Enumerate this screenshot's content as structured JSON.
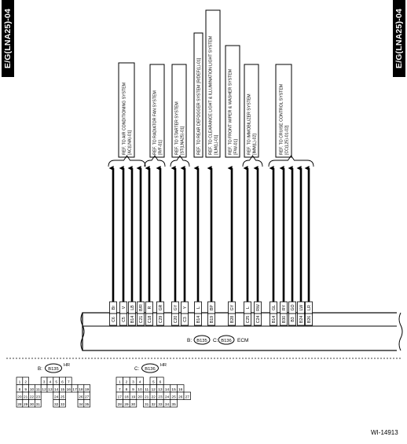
{
  "side_tag": "E/G(LNA25)-04",
  "references": [
    "REF. TO AIR CONDITIONING SYSTEM [AC(LNA)-01]",
    "REF. TO RADIATOR FAN SYSTEM [R/F-01]",
    "REF. TO STARTER SYSTEM [ST(LNA25)-01]",
    "REF. TO REAR DEFOGGER SYSTEM [R/DEF(L)-01]",
    "REF. TO CLEARANCE LIGHT & ILLUMINATION LIGHT SYSTEM [ILM(L)-01]",
    "REF. TO FRONT WIPER & WASHER SYSTEM [F/W-01]",
    "REF. TO IMMOBILIZER SYSTEM [IMM(L)-02]",
    "REF. TO CRUISE CONTROL SYSTEM [CC(L25)-01-02]"
  ],
  "wires": [
    {
      "pin": "C6",
      "color": "Br"
    },
    {
      "pin": "C5",
      "color": "V"
    },
    {
      "pin": "B14",
      "color": "LB"
    },
    {
      "pin": "C21",
      "color": "B/R"
    },
    {
      "pin": "C18",
      "color": "R"
    },
    {
      "pin": "C29",
      "color": "GR"
    },
    {
      "pin": "C20",
      "color": "GY"
    },
    {
      "pin": "C3",
      "color": "Y"
    },
    {
      "pin": "B14",
      "color": "L"
    },
    {
      "pin": "B19",
      "color": "BP"
    },
    {
      "pin": "B28",
      "color": "GY"
    },
    {
      "pin": "C25",
      "color": "L"
    },
    {
      "pin": "C24",
      "color": "RW"
    },
    {
      "pin": "B14",
      "color": "GL"
    },
    {
      "pin": "B30",
      "color": "RY"
    },
    {
      "pin": "B3",
      "color": "GO"
    },
    {
      "pin": "B24",
      "color": "LW"
    },
    {
      "pin": "B26",
      "color": "LR"
    }
  ],
  "ecm": {
    "label": "ECM",
    "b_prefix": "B:",
    "b_connector": "B135",
    "c_prefix": "C:",
    "c_connector": "B136"
  },
  "connector_b": {
    "prefix": "B:",
    "name": "B135",
    "suffix": "HR",
    "rows": [
      [
        "1",
        "2",
        "",
        "",
        "3",
        "4",
        "5",
        "6",
        "7"
      ],
      [
        "8",
        "9",
        "10",
        "11",
        "12",
        "13",
        "14",
        "15",
        "16",
        "17",
        "18",
        "19"
      ],
      [
        "20",
        "21",
        "22",
        "23",
        "",
        "",
        "24",
        "25",
        "",
        "",
        "26",
        "27"
      ],
      [
        "28",
        "29",
        "30",
        "31",
        "",
        "",
        "32",
        "33",
        "",
        "",
        "34",
        "35"
      ]
    ]
  },
  "connector_c": {
    "prefix": "C:",
    "name": "B136",
    "suffix": "HR",
    "rows": [
      [
        "1",
        "2",
        "3",
        "4",
        "",
        "5",
        "6"
      ],
      [
        "7",
        "8",
        "9",
        "10",
        "11",
        "12",
        "13",
        "14",
        "15",
        "16"
      ],
      [
        "17",
        "18",
        "19",
        "20",
        "21",
        "22",
        "23",
        "24",
        "25",
        "26",
        "27"
      ],
      [
        "28",
        "29",
        "30",
        "",
        "31",
        "32",
        "33",
        "34",
        "35"
      ]
    ]
  },
  "doc_number": "WI-14913"
}
